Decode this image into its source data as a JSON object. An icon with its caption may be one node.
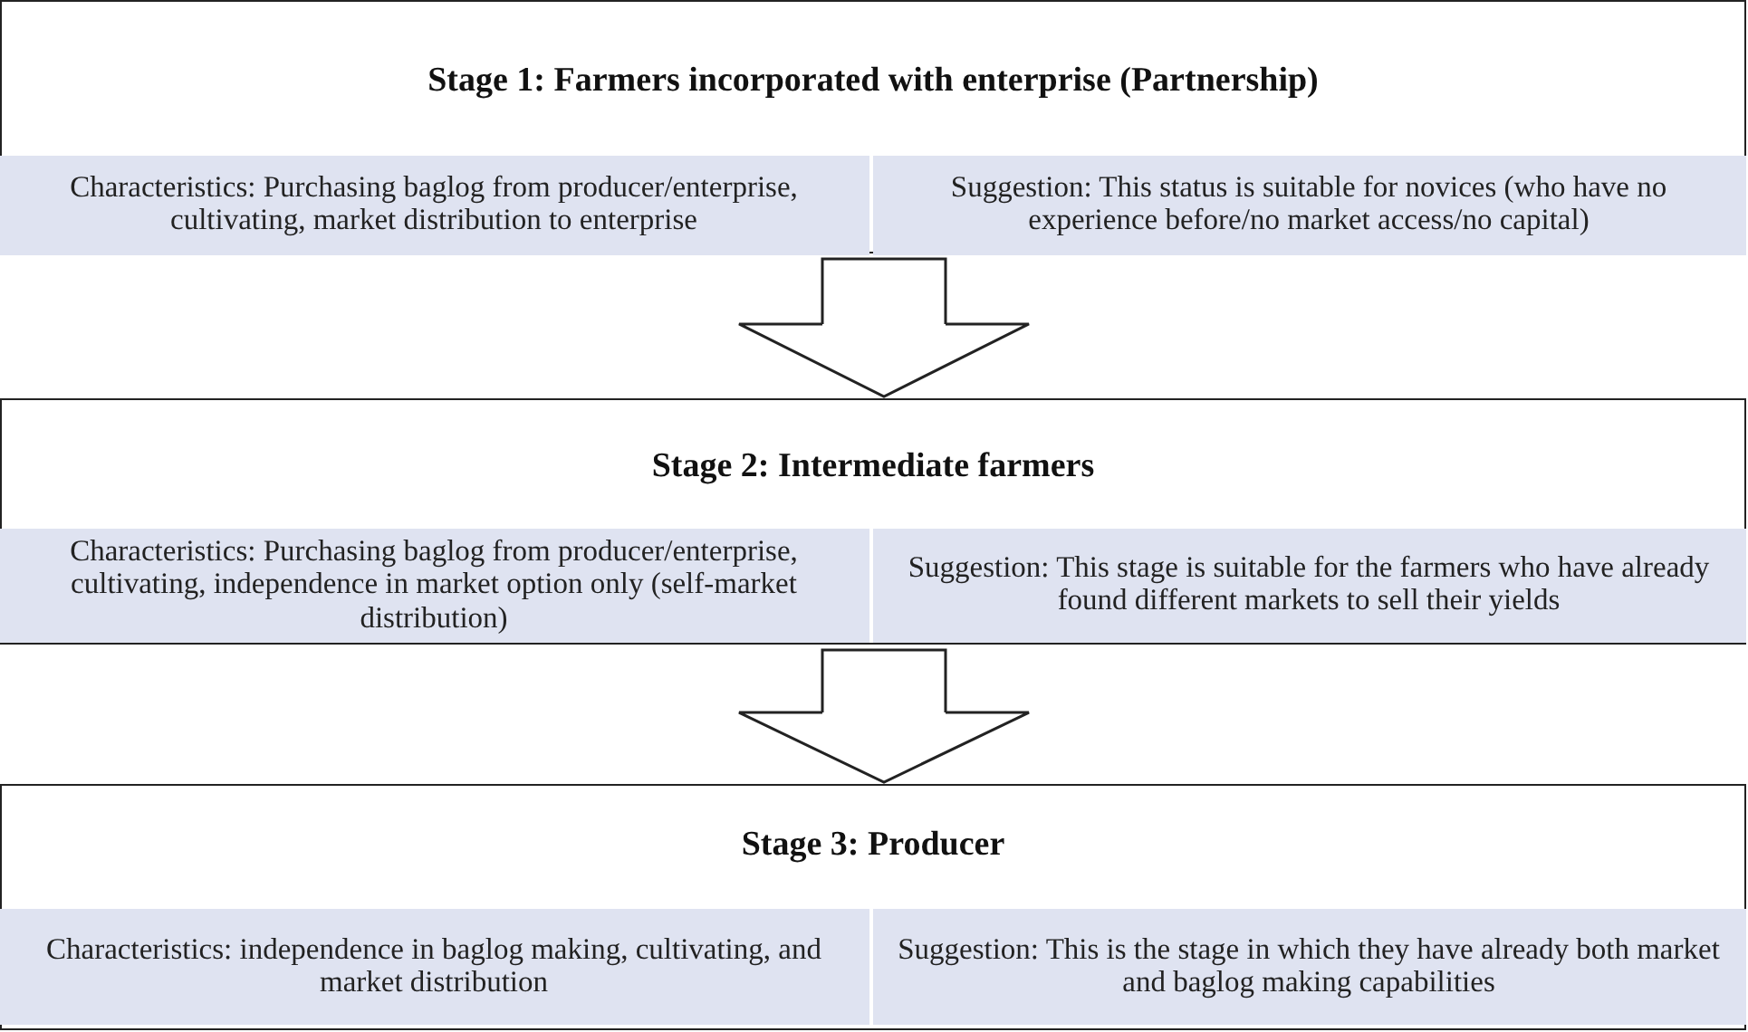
{
  "diagram": {
    "nodes": [
      {
        "text": [
          "Stage 1: Farmers incorporated with enterprise (Partnership)"
        ]
      },
      {
        "text": [
          "Characteristics: Purchasing baglog from producer/enterprise, cultivating, market distribution to enterprise"
        ],
        "in": 0
      },
      {
        "text": [
          "Suggestion: This status is suitable for novices (who have no experience before/no market access/no capital)"
        ],
        "in": 0
      },
      {
        "text": [
          "Stage 2: Intermediate farmers"
        ]
      },
      {
        "text": [
          "Characteristics: Purchasing baglog from producer/enterprise, cultivating, independence in market option only (self-market distribution)"
        ],
        "in": 3
      },
      {
        "text": [
          "Suggestion: This stage is suitable for the farmers who have already found different markets to sell their yields"
        ],
        "in": 3
      },
      {
        "text": [
          "Stage 3: Producer"
        ]
      },
      {
        "text": [
          "Characteristics: independence in baglog making, cultivating, and market distribution"
        ],
        "in": 6
      },
      {
        "text": [
          "Suggestion: This is the stage in which they have already both market and baglog making capabilities"
        ],
        "in": 6
      }
    ],
    "edges": [
      {
        "from": 0,
        "to": 3,
        "arrow": "to"
      },
      {
        "from": 3,
        "to": 6,
        "arrow": "to"
      }
    ]
  }
}
